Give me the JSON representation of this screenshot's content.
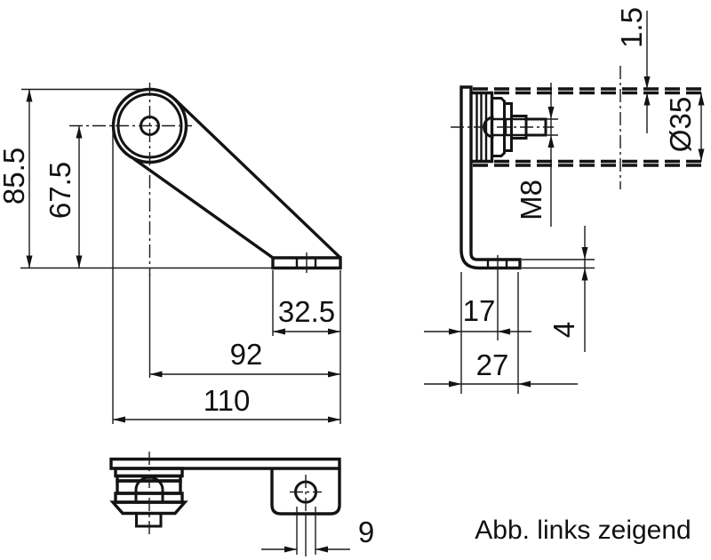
{
  "drawing": {
    "caption": "Abb. links zeigend",
    "views": {
      "front": {
        "dim_total_height": "85.5",
        "dim_axis_height": "67.5",
        "dim_base_offset": "32.5",
        "dim_axis_to_edge": "92",
        "dim_total_width": "110"
      },
      "side": {
        "dim_flange_lip": "1.5",
        "dim_roller_diameter": "Ø35",
        "dim_thread": "M8",
        "dim_hole_center": "17",
        "dim_flange_depth": "27",
        "dim_material_thickness": "4"
      },
      "bottom": {
        "dim_hole_diameter": "9"
      }
    }
  }
}
